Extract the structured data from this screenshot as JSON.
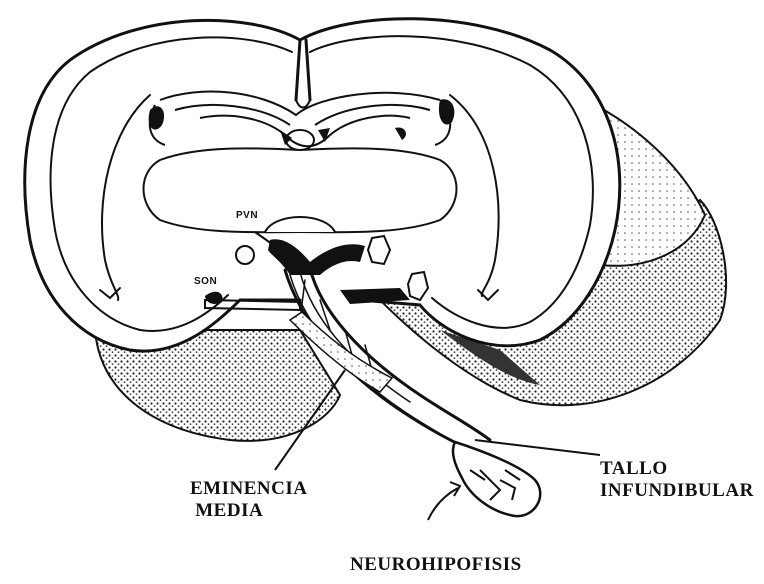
{
  "labels": {
    "pvn": "PVN",
    "son": "SON",
    "eminencia_media": "EMINENCIA\n MEDIA",
    "tallo_infundibular": "TALLO\nINFUNDIBULAR",
    "neurohipofisis": "NEUROHIPOFISIS"
  },
  "colors": {
    "ink": "#111111",
    "paper": "#ffffff",
    "shade": "#9a9a9a"
  }
}
